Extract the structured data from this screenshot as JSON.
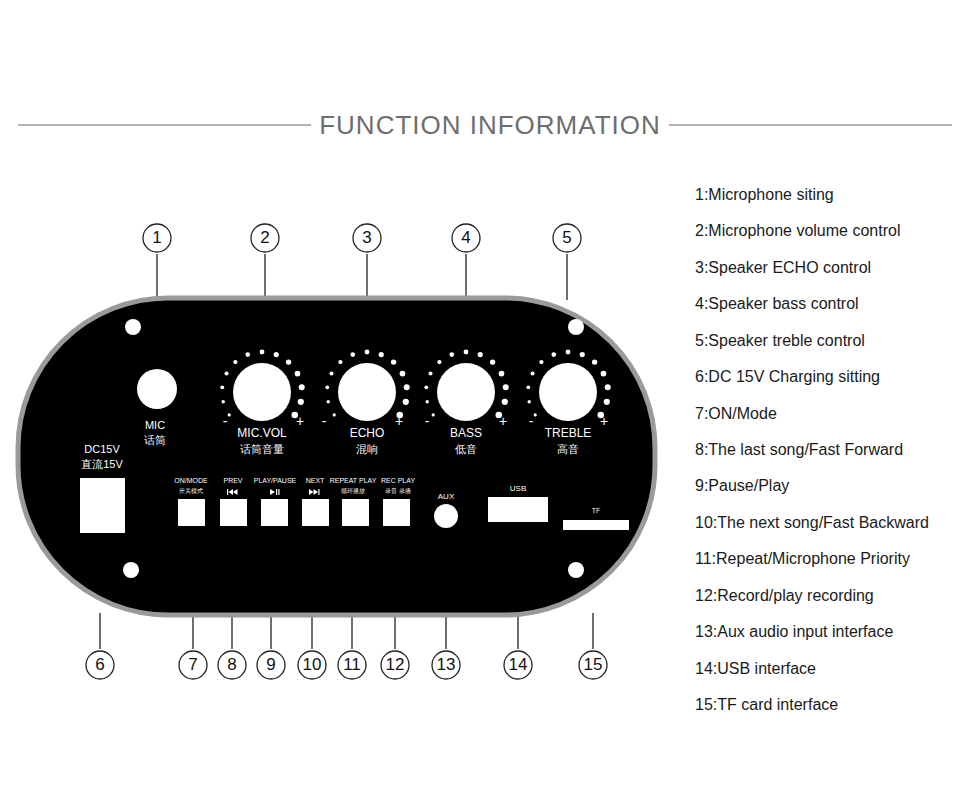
{
  "diagram": {
    "title": "FUNCTION INFORMATION",
    "nodes": [
      {
        "text": [
          "1"
        ]
      },
      {
        "text": [
          "2"
        ]
      },
      {
        "text": [
          "3"
        ]
      },
      {
        "text": [
          "4"
        ]
      },
      {
        "text": [
          "5"
        ]
      },
      {
        "text": [
          "6"
        ]
      },
      {
        "text": [
          "7"
        ]
      },
      {
        "text": [
          "8"
        ]
      },
      {
        "text": [
          "9"
        ]
      },
      {
        "text": [
          "10"
        ]
      },
      {
        "text": [
          "11"
        ]
      },
      {
        "text": [
          "12"
        ]
      },
      {
        "text": [
          "13"
        ]
      },
      {
        "text": [
          "14"
        ]
      },
      {
        "text": [
          "15"
        ]
      }
    ],
    "labels": [
      "MIC",
      "话筒",
      "-",
      "MIC.VOL",
      "+",
      "话筒音量",
      "-",
      "ECHO",
      "+",
      "混响",
      "-",
      "BASS",
      "+",
      "低音",
      "-",
      "TREBLE",
      "+",
      "高音",
      "DC15V",
      "直流15V",
      "ON/MODE",
      "开关模式",
      "PREV",
      "PLAY/PAUSE",
      "NEXT",
      "REPEAT PLAY",
      "循环播放",
      "REC PLAY",
      "录音 录播",
      "AUX",
      "USB",
      "TF",
      "1:Microphone siting",
      "2:Microphone volume control",
      "3:Speaker ECHO control",
      "4:Speaker bass control",
      "5:Speaker treble control",
      "6:DC 15V Charging sitting",
      "7:ON/Mode",
      "8:The last song/Fast Forward",
      "9:Pause/Play",
      "10:The next song/Fast Backward",
      "11:Repeat/Microphone Priority",
      "12:Record/play recording",
      "13:Aux audio input interface",
      "14:USB interface",
      "15:TF card interface"
    ]
  }
}
